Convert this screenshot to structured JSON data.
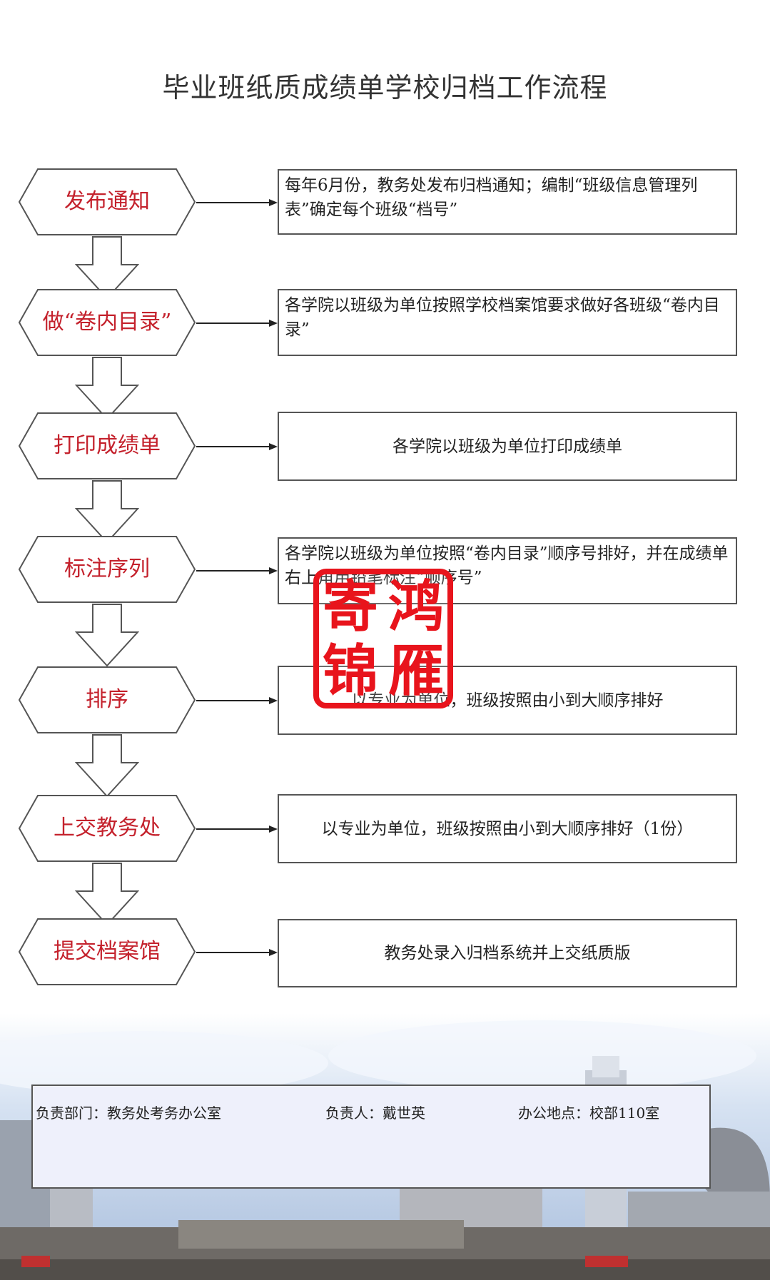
{
  "title": "毕业班纸质成绩单学校归档工作流程",
  "steps": [
    {
      "label": "发布通知",
      "desc": "每年6月份，教务处发布归档通知；编制“班级信息管理列表”确定每个班级“档号”"
    },
    {
      "label": "做“卷内目录”",
      "desc": "各学院以班级为单位按照学校档案馆要求做好各班级“卷内目录”"
    },
    {
      "label": "打印成绩单",
      "desc": "各学院以班级为单位打印成绩单"
    },
    {
      "label": "标注序列",
      "desc": "各学院以班级为单位按照“卷内目录”顺序号排好，并在成绩单右上角用铅笔标注“顺序号”"
    },
    {
      "label": "排序",
      "desc": "以专业为单位，班级按照由小到大顺序排好"
    },
    {
      "label": "上交教务处",
      "desc": "以专业为单位，班级按照由小到大顺序排好（1份）"
    },
    {
      "label": "提交档案馆",
      "desc": "教务处录入归档系统并上交纸质版"
    }
  ],
  "footer": {
    "department": "负责部门：教务处考务办公室",
    "person": "负责人：戴世英",
    "location": "办公地点：校部110室"
  },
  "watermark": {
    "chars": [
      "寄",
      "鸿",
      "锦",
      "雁"
    ],
    "color": "#e8141c"
  },
  "colors": {
    "step_label": "#c4212c",
    "border": "#555555"
  }
}
